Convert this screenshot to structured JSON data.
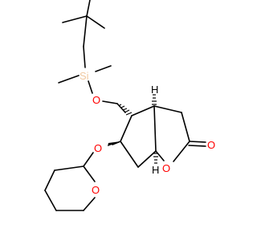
{
  "molecule": {
    "atoms": {
      "si": "Si",
      "o_silyl": "O",
      "o_ether": "O",
      "o_thp": "O",
      "o_ring": "O",
      "o_carbonyl": "O"
    },
    "stereo_labels": {
      "h_top": "H",
      "h_bottom": "H"
    },
    "colors": {
      "bond": "#000000",
      "oxygen": "#ff0000",
      "silicon": "#f0c8a0",
      "hydrogen": "#000000"
    }
  }
}
